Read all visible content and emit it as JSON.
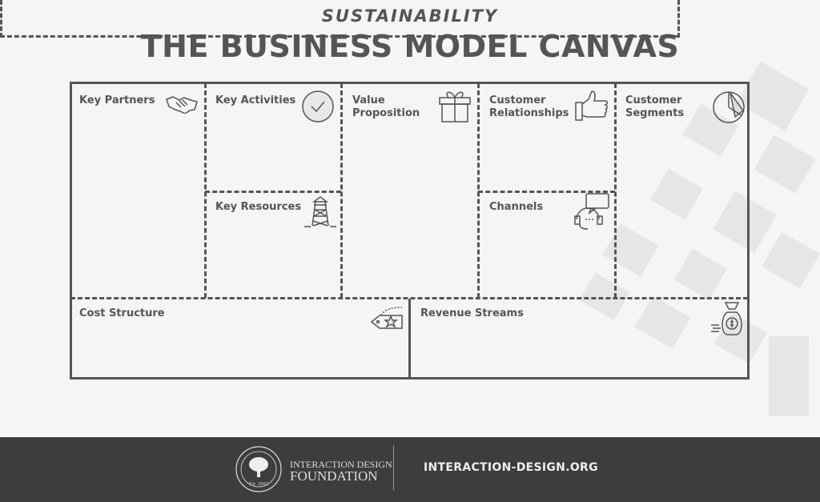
{
  "title": "THE BUSINESS MODEL CANVAS",
  "blocks": {
    "key_partners": "Key Partners",
    "key_activities": "Key Activities",
    "key_resources": "Key Resources",
    "value_proposition_1": "Value",
    "value_proposition_2": "Proposition",
    "customer_relationships_1": "Customer",
    "customer_relationships_2": "Relationships",
    "channels": "Channels",
    "customer_segments_1": "Customer",
    "customer_segments_2": "Segments",
    "cost_structure": "Cost Structure",
    "revenue_streams": "Revenue Streams"
  },
  "sustainability": "SUSTAINABILITY",
  "footer": {
    "logo_line1": "INTERACTION DESIGN",
    "logo_line2": "FOUNDATION",
    "logo_est": "Est. 2002",
    "url": "INTERACTION-DESIGN.ORG"
  },
  "colors": {
    "ink": "#555555",
    "background": "#f5f5f5",
    "footer": "#3d3d3d"
  }
}
